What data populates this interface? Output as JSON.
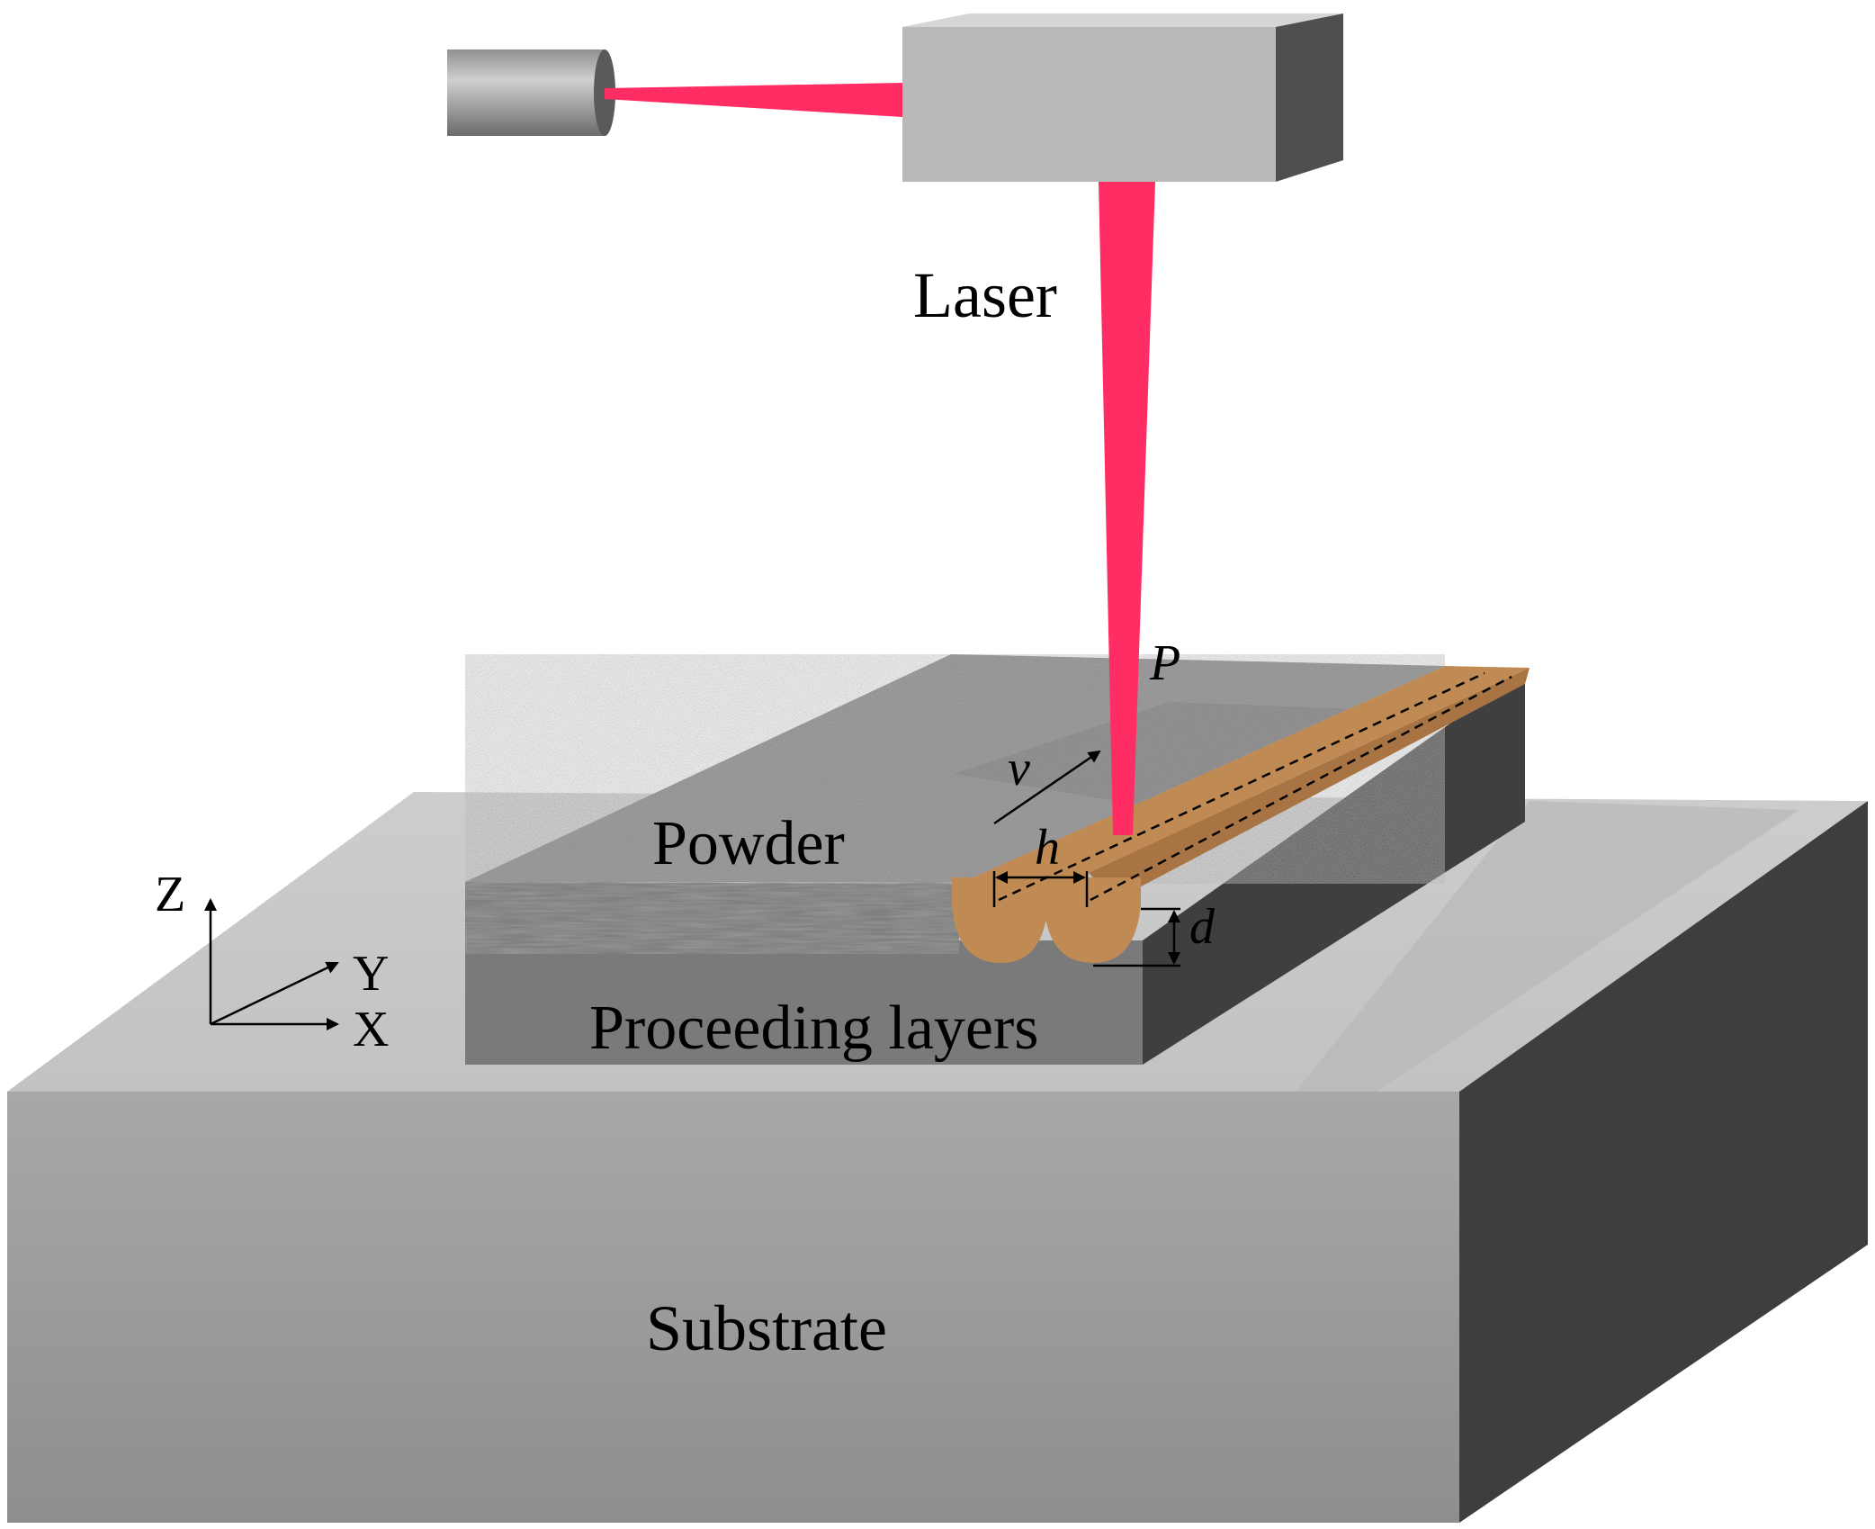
{
  "labels": {
    "laser": "Laser",
    "powder": "Powder",
    "proceeding_layers": "Proceeding layers",
    "substrate": "Substrate",
    "power": "P",
    "velocity": "v",
    "hatch": "h",
    "depth": "d"
  },
  "axes": {
    "z": "Z",
    "y": "Y",
    "x": "X"
  },
  "colors": {
    "laser_beam": "#ff2d63",
    "melt_track": "#c08a55",
    "powder": "#a9a9a9",
    "substrate_top": "#c9c9c9",
    "substrate_front": "#9a9a9a",
    "substrate_side": "#3e3e3e",
    "laser_head": "#b9b9b9"
  }
}
